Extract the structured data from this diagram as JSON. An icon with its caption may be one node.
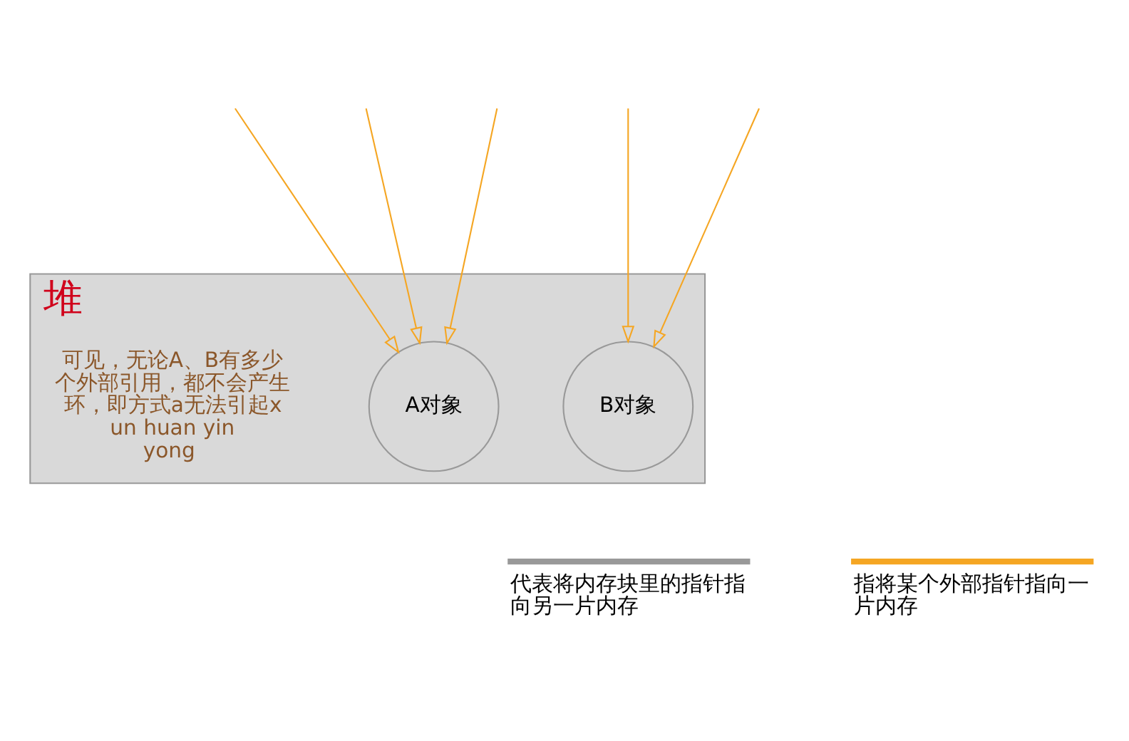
{
  "diagram": {
    "nodes": [
      {
        "text": [
          "堆"
        ]
      },
      {
        "text": [
          "A对象"
        ],
        "in": 0
      },
      {
        "text": [
          "B对象"
        ],
        "in": 0
      }
    ],
    "edges": [
      {
        "from": null,
        "to": 1,
        "arrow": "to"
      },
      {
        "from": null,
        "to": 1,
        "arrow": "to"
      },
      {
        "from": null,
        "to": 1,
        "arrow": "to"
      },
      {
        "from": null,
        "to": 2,
        "arrow": "to"
      },
      {
        "from": null,
        "to": 2,
        "arrow": "to"
      }
    ],
    "labels": [
      "可见，无论A、B有多少个外部引用，都不会产生环，即方式a无法引起xun huan yin yong"
    ],
    "legend": [
      {
        "text": "代表将内存块里的指针指向另一片内存"
      },
      {
        "text": "指将某个外部指针指向一片内存"
      }
    ]
  }
}
